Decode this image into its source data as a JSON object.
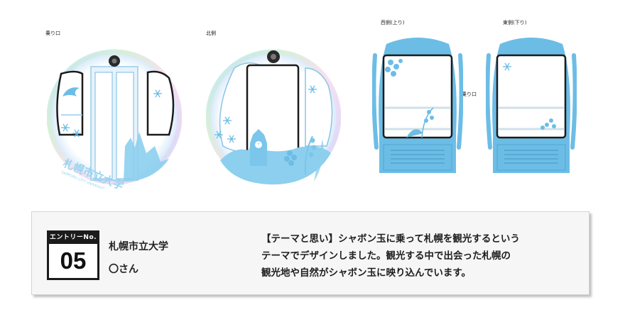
{
  "views": {
    "front_label": "乗り口",
    "north_label": "北側",
    "west_label": "西側(上り)",
    "east_label": "東側(下り)",
    "side_door_label": "乗り口"
  },
  "card": {
    "entry_label": "エントリーNo.",
    "entry_number": "05",
    "team_name": "札幌市立大学",
    "member": "〇さん",
    "concept_lines": [
      "【テーマと思い】シャボン玉に乗って札幌を観光するという",
      "テーマでデザインしました。観光する中で出会った札幌の",
      "観光地や自然がシャボン玉に映り込んでいます。"
    ]
  },
  "illustration": {
    "front_title": "札幌市立大学",
    "front_subtitle": "SAPPORO CITY UNIVERSITY"
  },
  "colors": {
    "gondola_blue": "#6cbde6",
    "silhouette_blue": "#8ccfee",
    "card_bg": "#f6f6f6",
    "dark": "#1b1b1b"
  },
  "icons": [
    "snowflake-icon",
    "camera-icon",
    "crane-icon",
    "clock-tower-icon",
    "lily-of-the-valley-icon",
    "lilac-icon"
  ]
}
